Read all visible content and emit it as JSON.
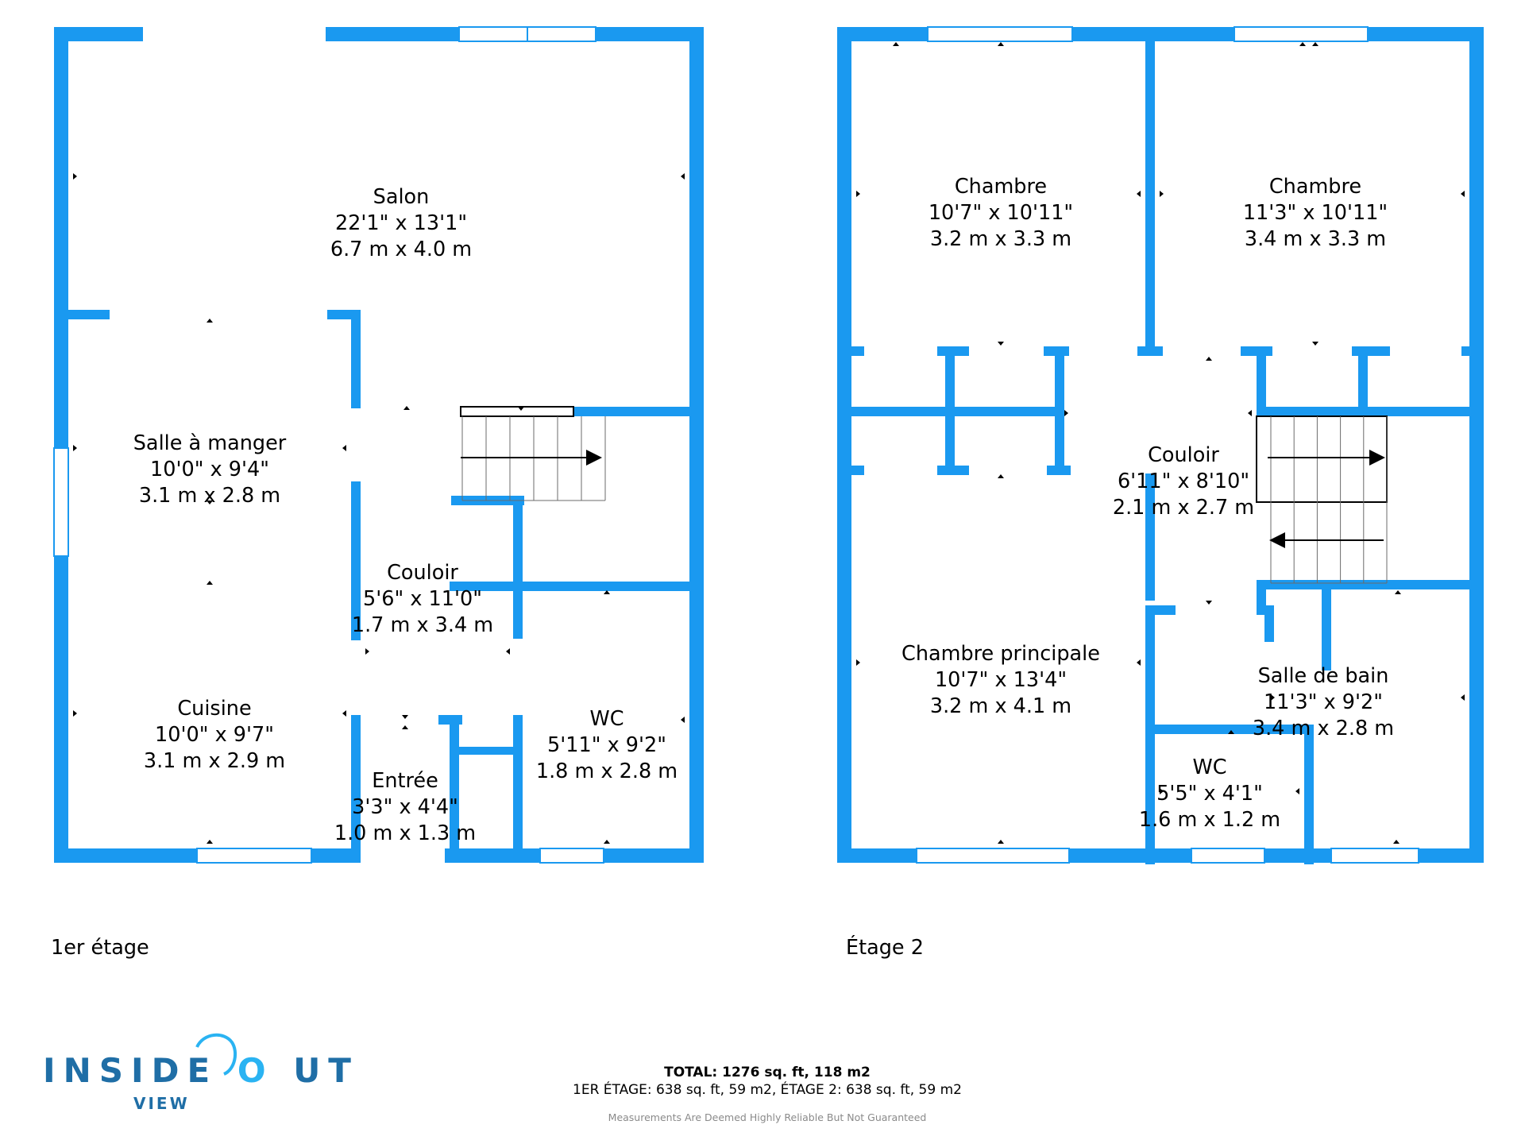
{
  "colors": {
    "wall": "#1a99f0",
    "window": "#ffffff",
    "stair_line": "#6b6b6b",
    "logo": "#1f6ea6",
    "logo_accent": "#2ab3f2"
  },
  "floors": [
    {
      "label": "1er étage",
      "rooms": [
        {
          "name": "Salon",
          "imperial": "22'1\" x 13'1\"",
          "metric": "6.7 m x 4.0 m"
        },
        {
          "name": "Salle à manger",
          "imperial": "10'0\" x 9'4\"",
          "metric": "3.1 m x 2.8 m"
        },
        {
          "name": "Cuisine",
          "imperial": "10'0\" x 9'7\"",
          "metric": "3.1 m x 2.9 m"
        },
        {
          "name": "Couloir",
          "imperial": "5'6\" x 11'0\"",
          "metric": "1.7 m x 3.4 m"
        },
        {
          "name": "Entrée",
          "imperial": "3'3\" x 4'4\"",
          "metric": "1.0 m x 1.3 m"
        },
        {
          "name": "WC",
          "imperial": "5'11\" x 9'2\"",
          "metric": "1.8 m x 2.8 m"
        }
      ]
    },
    {
      "label": "Étage 2",
      "rooms": [
        {
          "name": "Chambre",
          "imperial": "10'7\" x 10'11\"",
          "metric": "3.2 m x 3.3 m"
        },
        {
          "name": "Chambre",
          "imperial": "11'3\" x 10'11\"",
          "metric": "3.4 m x 3.3 m"
        },
        {
          "name": "Couloir",
          "imperial": "6'11\" x 8'10\"",
          "metric": "2.1 m x 2.7 m"
        },
        {
          "name": "Chambre principale",
          "imperial": "10'7\" x 13'4\"",
          "metric": "3.2 m x 4.1 m"
        },
        {
          "name": "Salle de bain",
          "imperial": "11'3\" x 9'2\"",
          "metric": "3.4 m x 2.8 m"
        },
        {
          "name": "WC",
          "imperial": "5'5\" x 4'1\"",
          "metric": "1.6 m x 1.2 m"
        }
      ]
    }
  ],
  "summary": {
    "total": "TOTAL: 1276 sq. ft, 118 m2",
    "breakdown": "1ER ÉTAGE: 638 sq. ft, 59 m2, ÉTAGE 2: 638 sq. ft, 59 m2",
    "disclaimer": "Measurements Are Deemed Highly Reliable But Not Guaranteed"
  },
  "logo": {
    "text_before": "INSIDE",
    "text_after": "UT",
    "subtitle": "VIEW"
  }
}
